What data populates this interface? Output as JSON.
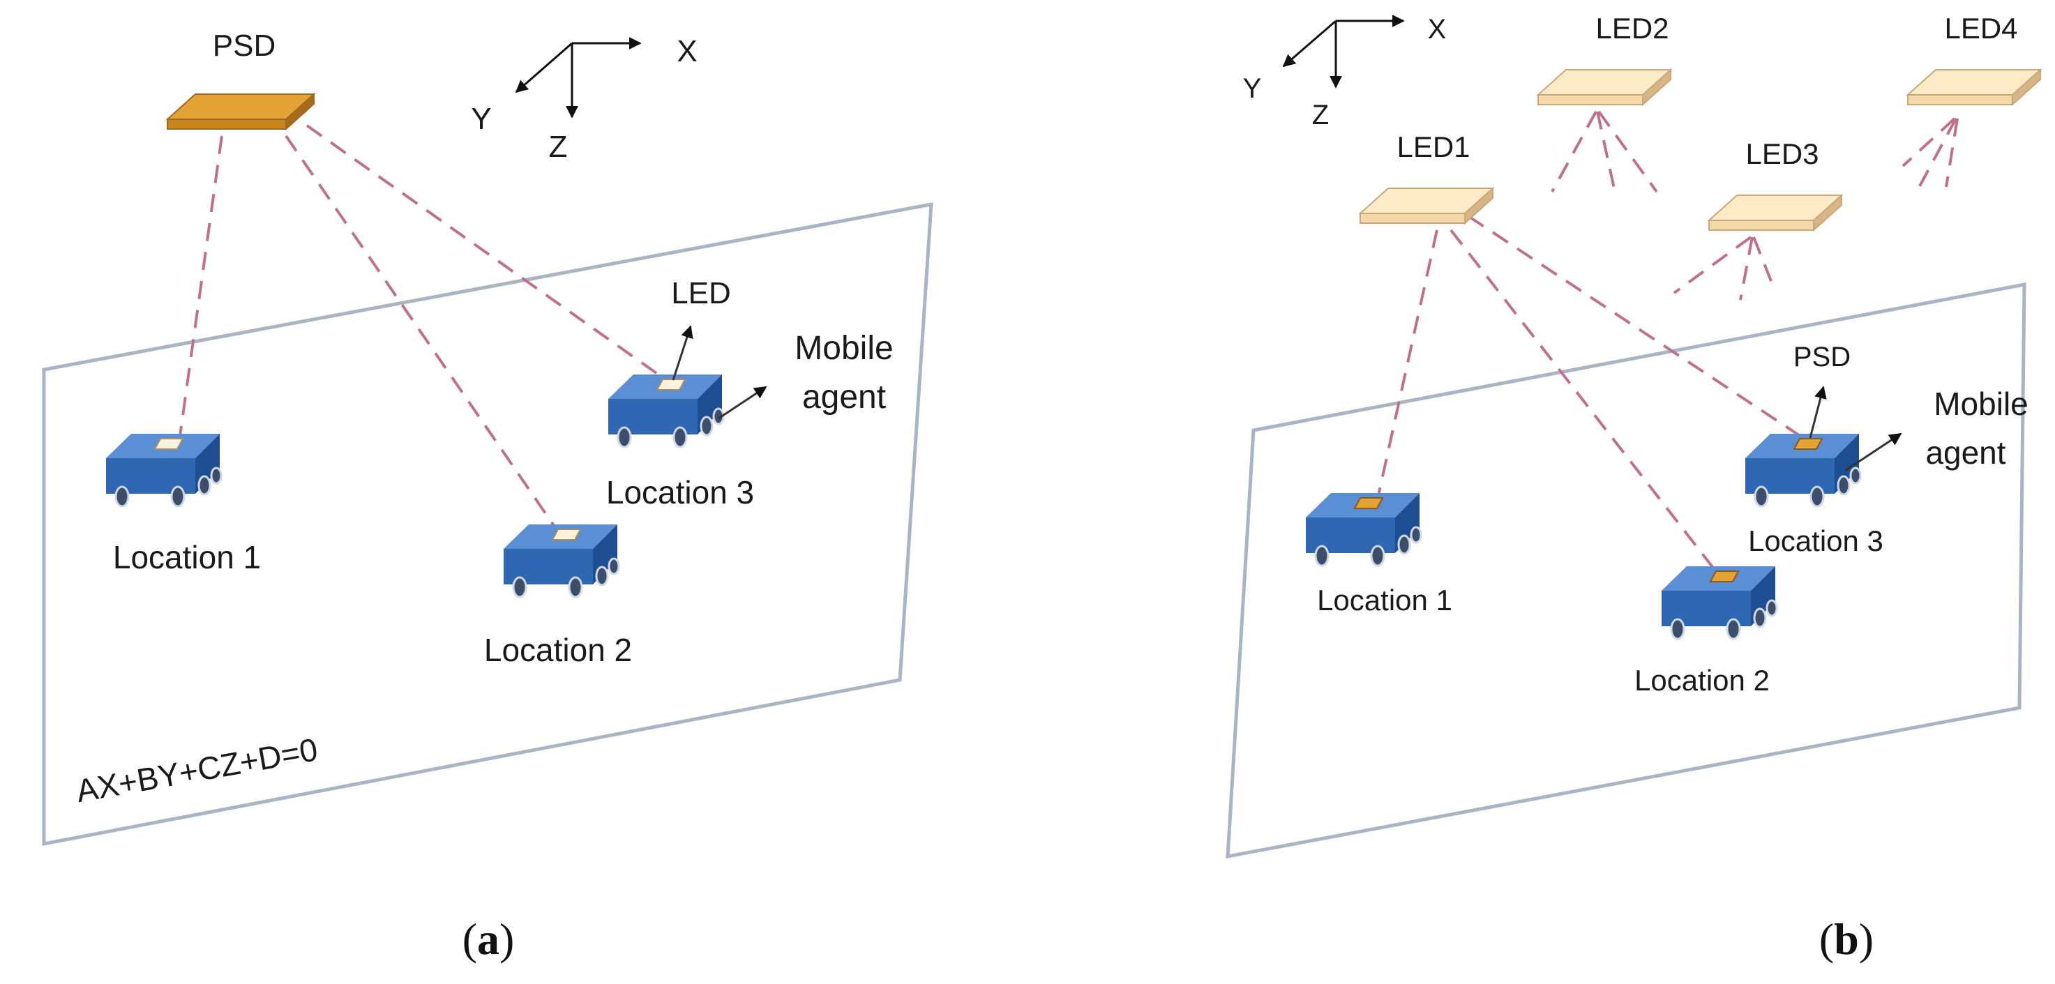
{
  "panel_a": {
    "sensor_label": "PSD",
    "axes": {
      "x": "X",
      "y": "Y",
      "z": "Z"
    },
    "emitter_pointer_label": "LED",
    "agent_pointer_label_line1": "Mobile",
    "agent_pointer_label_line2": "agent",
    "locations": [
      "Location 1",
      "Location 2",
      "Location 3"
    ],
    "plane_equation": "AX+BY+CZ+D=0",
    "caption_open": "(",
    "caption_letter": "a",
    "caption_close": ")"
  },
  "panel_b": {
    "axes": {
      "x": "X",
      "y": "Y",
      "z": "Z"
    },
    "leds": [
      "LED1",
      "LED2",
      "LED3",
      "LED4"
    ],
    "sensor_pointer_label": "PSD",
    "agent_pointer_label_line1": "Mobile",
    "agent_pointer_label_line2": "agent",
    "locations": [
      "Location 1",
      "Location 2",
      "Location 3"
    ],
    "caption_open": "(",
    "caption_letter": "b",
    "caption_close": ")"
  },
  "colors": {
    "psd_panel": "#e3a335",
    "led_panel": "#fdebc8",
    "agent_body": "#2f67b2",
    "ray": "#c0708c",
    "plane_border": "#aab4c4"
  }
}
